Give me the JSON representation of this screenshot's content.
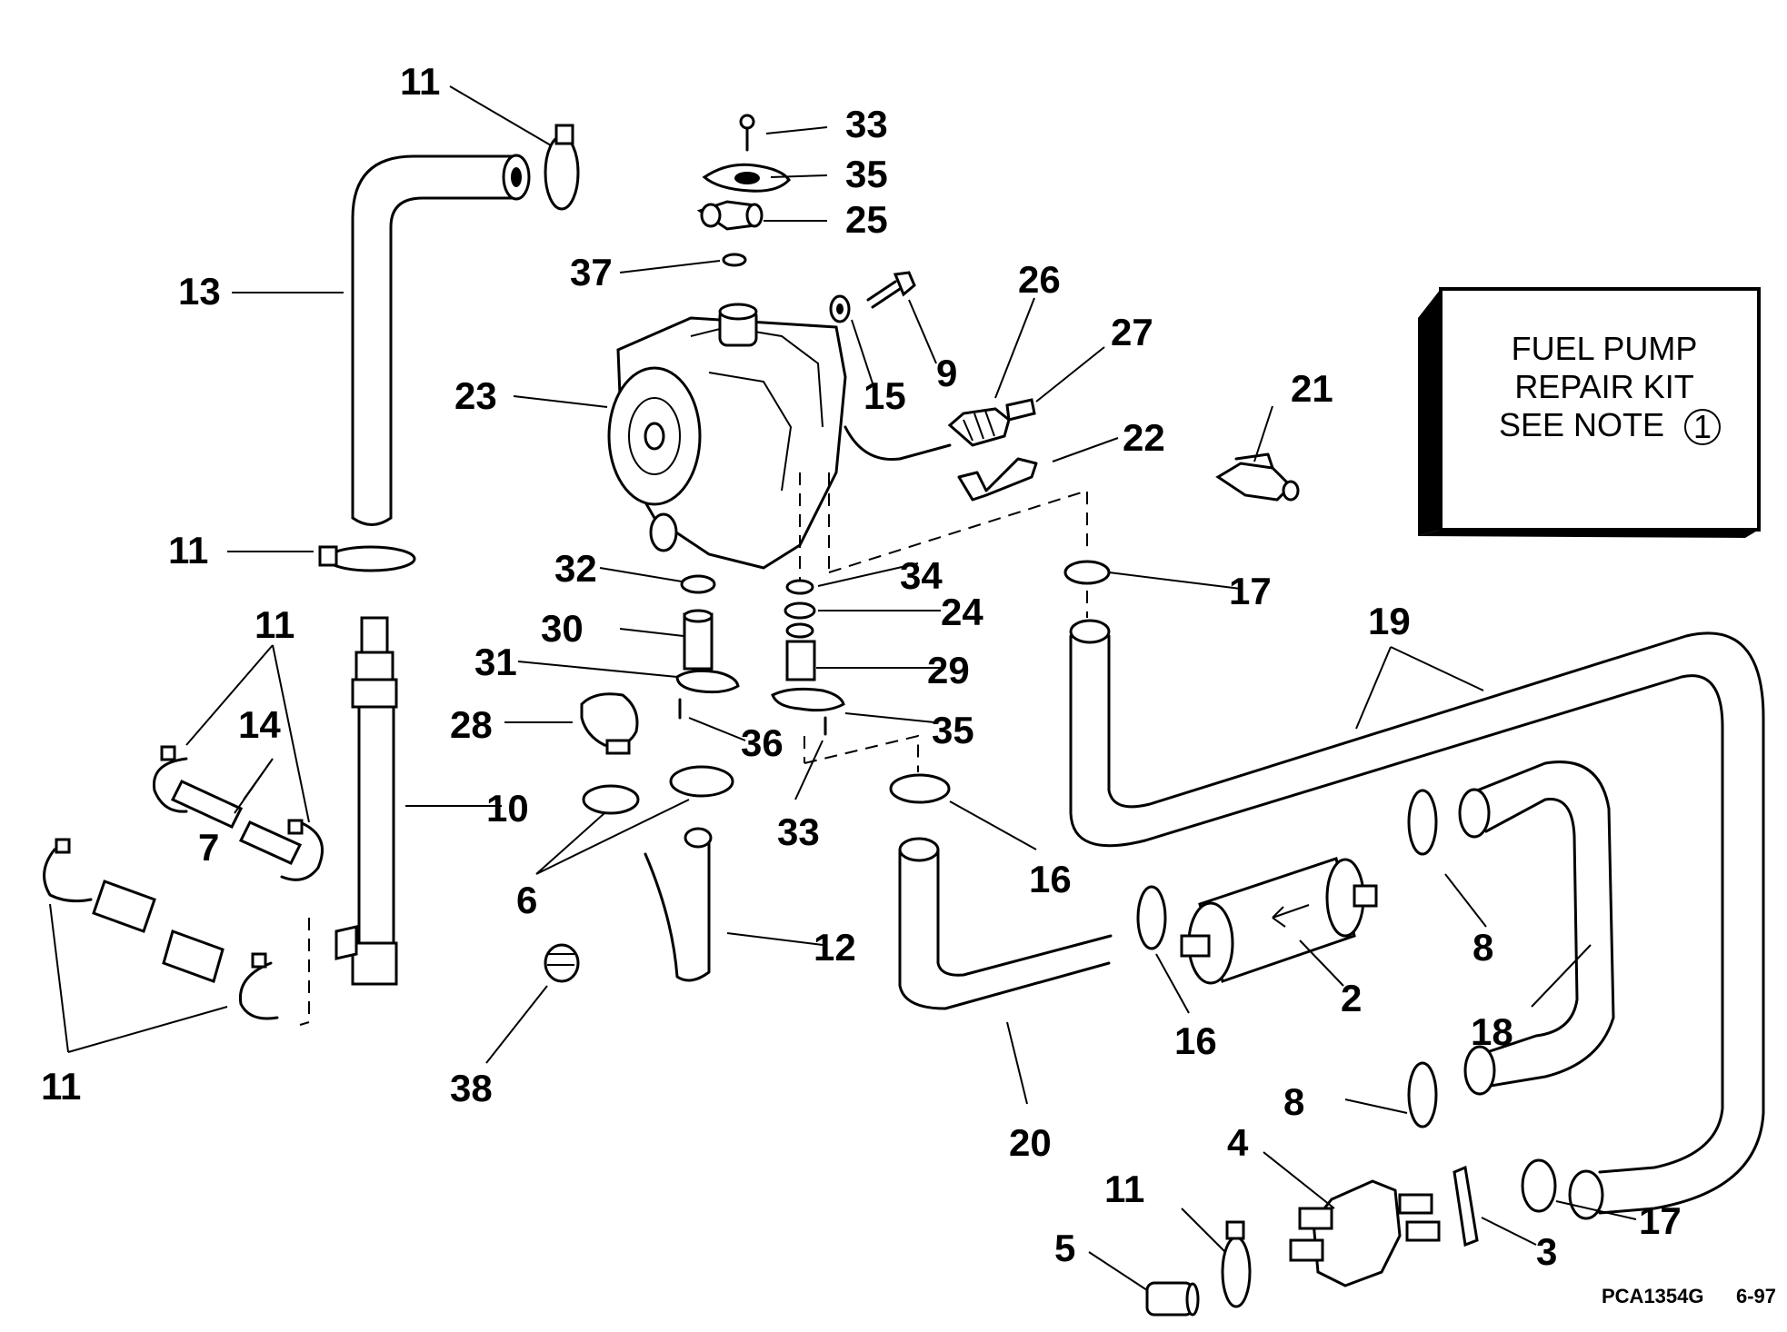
{
  "kit_box": {
    "line1": "FUEL PUMP",
    "line2": "REPAIR KIT",
    "line3": "SEE NOTE",
    "note_number": "1"
  },
  "drawing_code": "PCA1354G",
  "date_code": "6-97",
  "labels": {
    "l11a": "11",
    "l33a": "33",
    "l35a": "35",
    "l25": "25",
    "l37": "37",
    "l13": "13",
    "l26": "26",
    "l27": "27",
    "l9": "9",
    "l15": "15",
    "l23": "23",
    "l21": "21",
    "l22": "22",
    "l11b": "11",
    "l32": "32",
    "l34": "34",
    "l17a": "17",
    "l19": "19",
    "l11c": "11",
    "l14": "14",
    "l30": "30",
    "l24": "24",
    "l31": "31",
    "l29": "29",
    "l28": "28",
    "l36": "36",
    "l35b": "35",
    "l10": "10",
    "l7": "7",
    "l33b": "33",
    "l6": "6",
    "l16a": "16",
    "l12": "12",
    "l8a": "8",
    "l2": "2",
    "l18": "18",
    "l16b": "16",
    "l11d": "11",
    "l38": "38",
    "l20": "20",
    "l8b": "8",
    "l4": "4",
    "l11e": "11",
    "l5": "5",
    "l17b": "17",
    "l3": "3"
  }
}
